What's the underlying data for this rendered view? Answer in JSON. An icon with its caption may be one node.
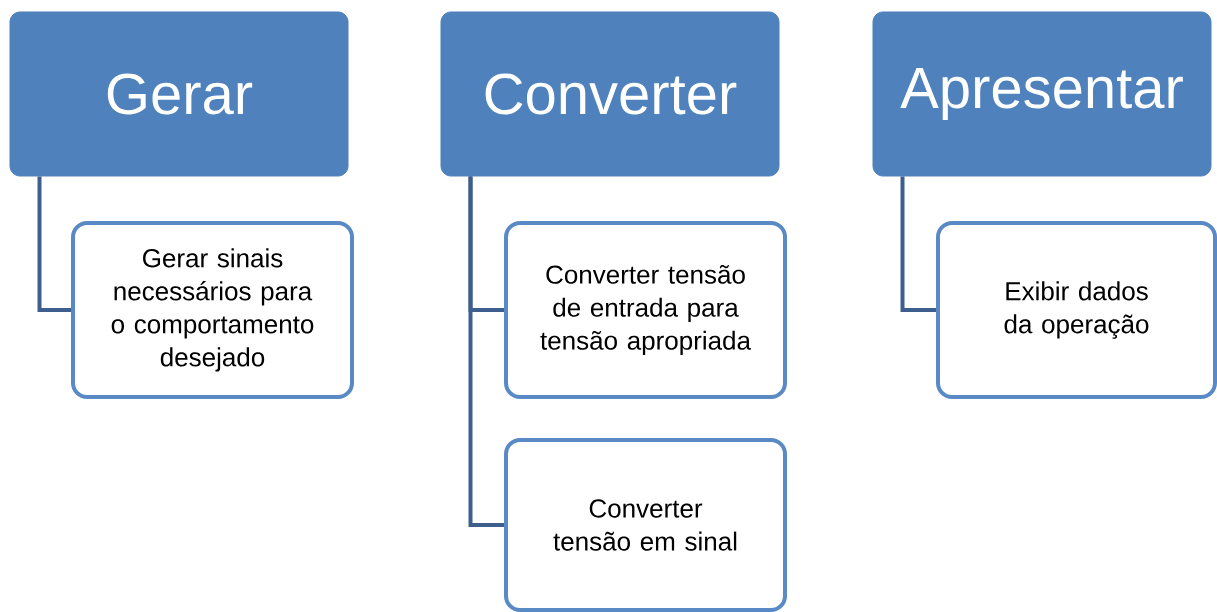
{
  "diagram": {
    "nodes": [
      {
        "text": [
          "Gerar"
        ]
      },
      {
        "text": [
          "Gerar sinais necessários para o comportamento desejado"
        ]
      },
      {
        "text": [
          "Converter"
        ]
      },
      {
        "text": [
          "Converter tensão de entrada para tensão apropriada"
        ]
      },
      {
        "text": [
          "Converter tensão em sinal"
        ]
      },
      {
        "text": [
          "Apresentar"
        ]
      },
      {
        "text": [
          "Exibir dados da operação"
        ]
      }
    ],
    "edges": [
      {
        "from": 0,
        "to": 1,
        "arrow": "none"
      },
      {
        "from": 2,
        "to": 3,
        "arrow": "none"
      },
      {
        "from": 2,
        "to": 4,
        "arrow": "none"
      },
      {
        "from": 5,
        "to": 6,
        "arrow": "none"
      }
    ]
  }
}
